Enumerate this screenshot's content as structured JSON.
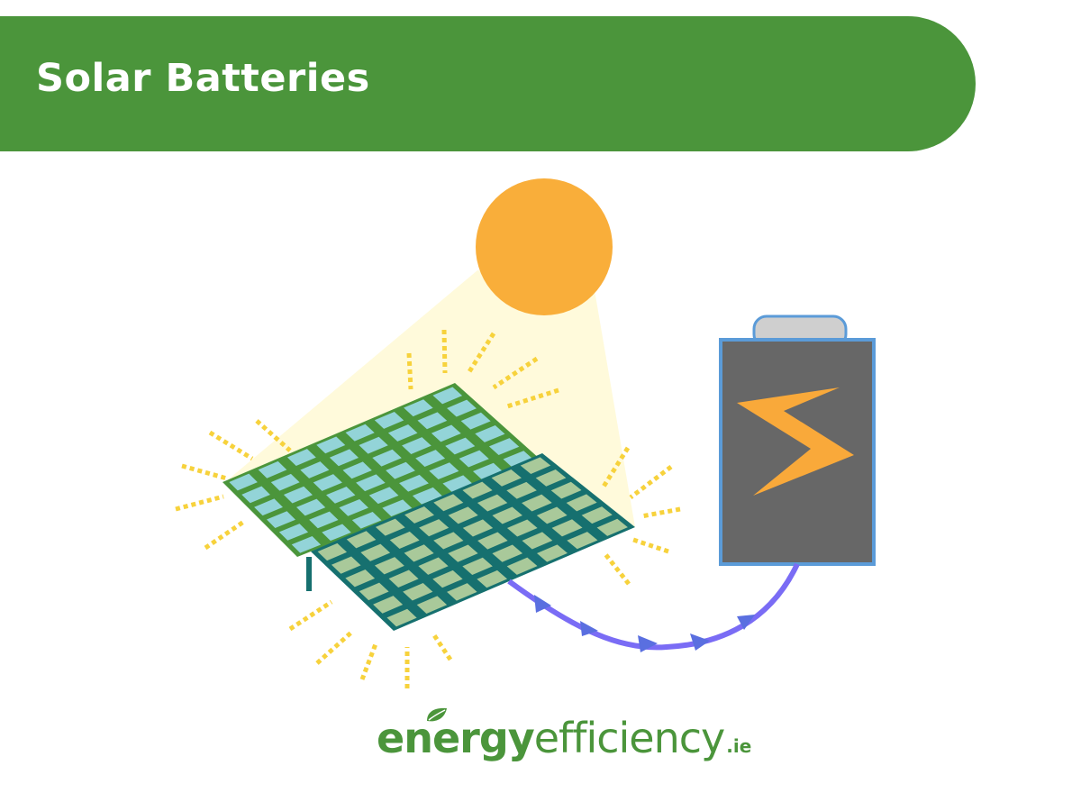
{
  "header": {
    "title": "Solar Batteries"
  },
  "logo": {
    "brand_bold": "energy",
    "brand_light": "efficiency",
    "tld": ".ie"
  },
  "colors": {
    "brand_green": "#4b953b",
    "sun": "#f9ae3a",
    "sunbeam": "#fffadb",
    "rays": "#f7d23c",
    "panel_back_frame": "#4b953b",
    "panel_back_cell": "#93d4d8",
    "panel_front_frame": "#16706f",
    "panel_front_cell": "#a9c99a",
    "battery_body": "#676767",
    "battery_border": "#5b9bd8",
    "battery_terminal": "#cfcfcf",
    "bolt": "#f9a93a",
    "current_wire": "#7a6cf5"
  },
  "icons": {
    "sun": "sun-icon",
    "solar_panel": "solar-panel-icon",
    "battery": "battery-icon",
    "charge": "lightning-bolt-icon",
    "leaf": "leaf-icon"
  }
}
